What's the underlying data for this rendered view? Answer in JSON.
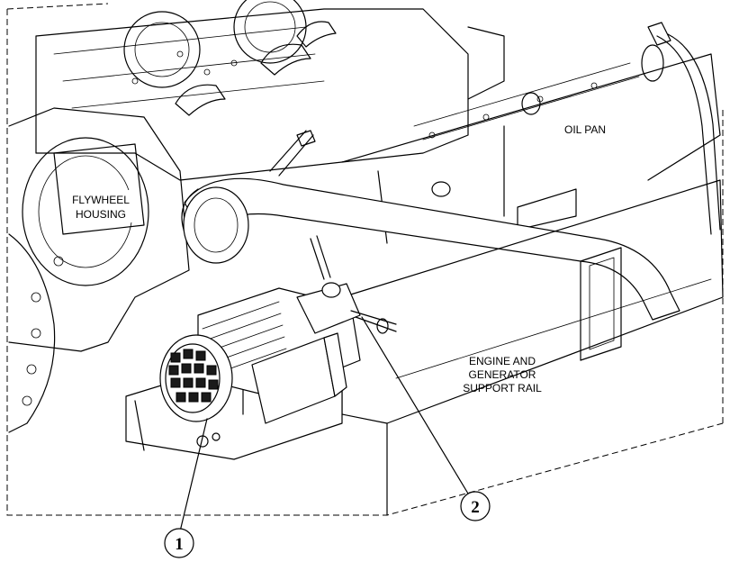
{
  "labels": {
    "flywheel_line1": "FLYWHEEL",
    "flywheel_line2": "HOUSING",
    "oil_pan": "OIL PAN",
    "rail_line1": "ENGINE AND",
    "rail_line2": "GENERATOR",
    "rail_line3": "SUPPORT RAIL"
  },
  "callouts": [
    "1",
    "2"
  ]
}
